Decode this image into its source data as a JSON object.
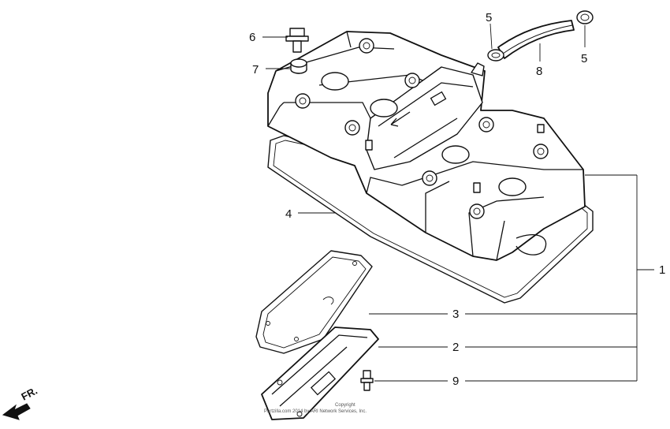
{
  "callouts": [
    {
      "id": "c1",
      "label": "1"
    },
    {
      "id": "c2",
      "label": "2"
    },
    {
      "id": "c3",
      "label": "3"
    },
    {
      "id": "c4",
      "label": "4"
    },
    {
      "id": "c5a",
      "label": "5"
    },
    {
      "id": "c5b",
      "label": "5"
    },
    {
      "id": "c6",
      "label": "6"
    },
    {
      "id": "c7",
      "label": "7"
    },
    {
      "id": "c8",
      "label": "8"
    },
    {
      "id": "c9",
      "label": "9"
    }
  ],
  "direction": {
    "label": "FR.",
    "icon": "direction-arrow-icon"
  },
  "copyright_lines": [
    "Copyright",
    "Partzilla.com 2014 by ARI Network Services, Inc."
  ],
  "colors": {
    "ink": "#111111",
    "paper": "#ffffff"
  }
}
